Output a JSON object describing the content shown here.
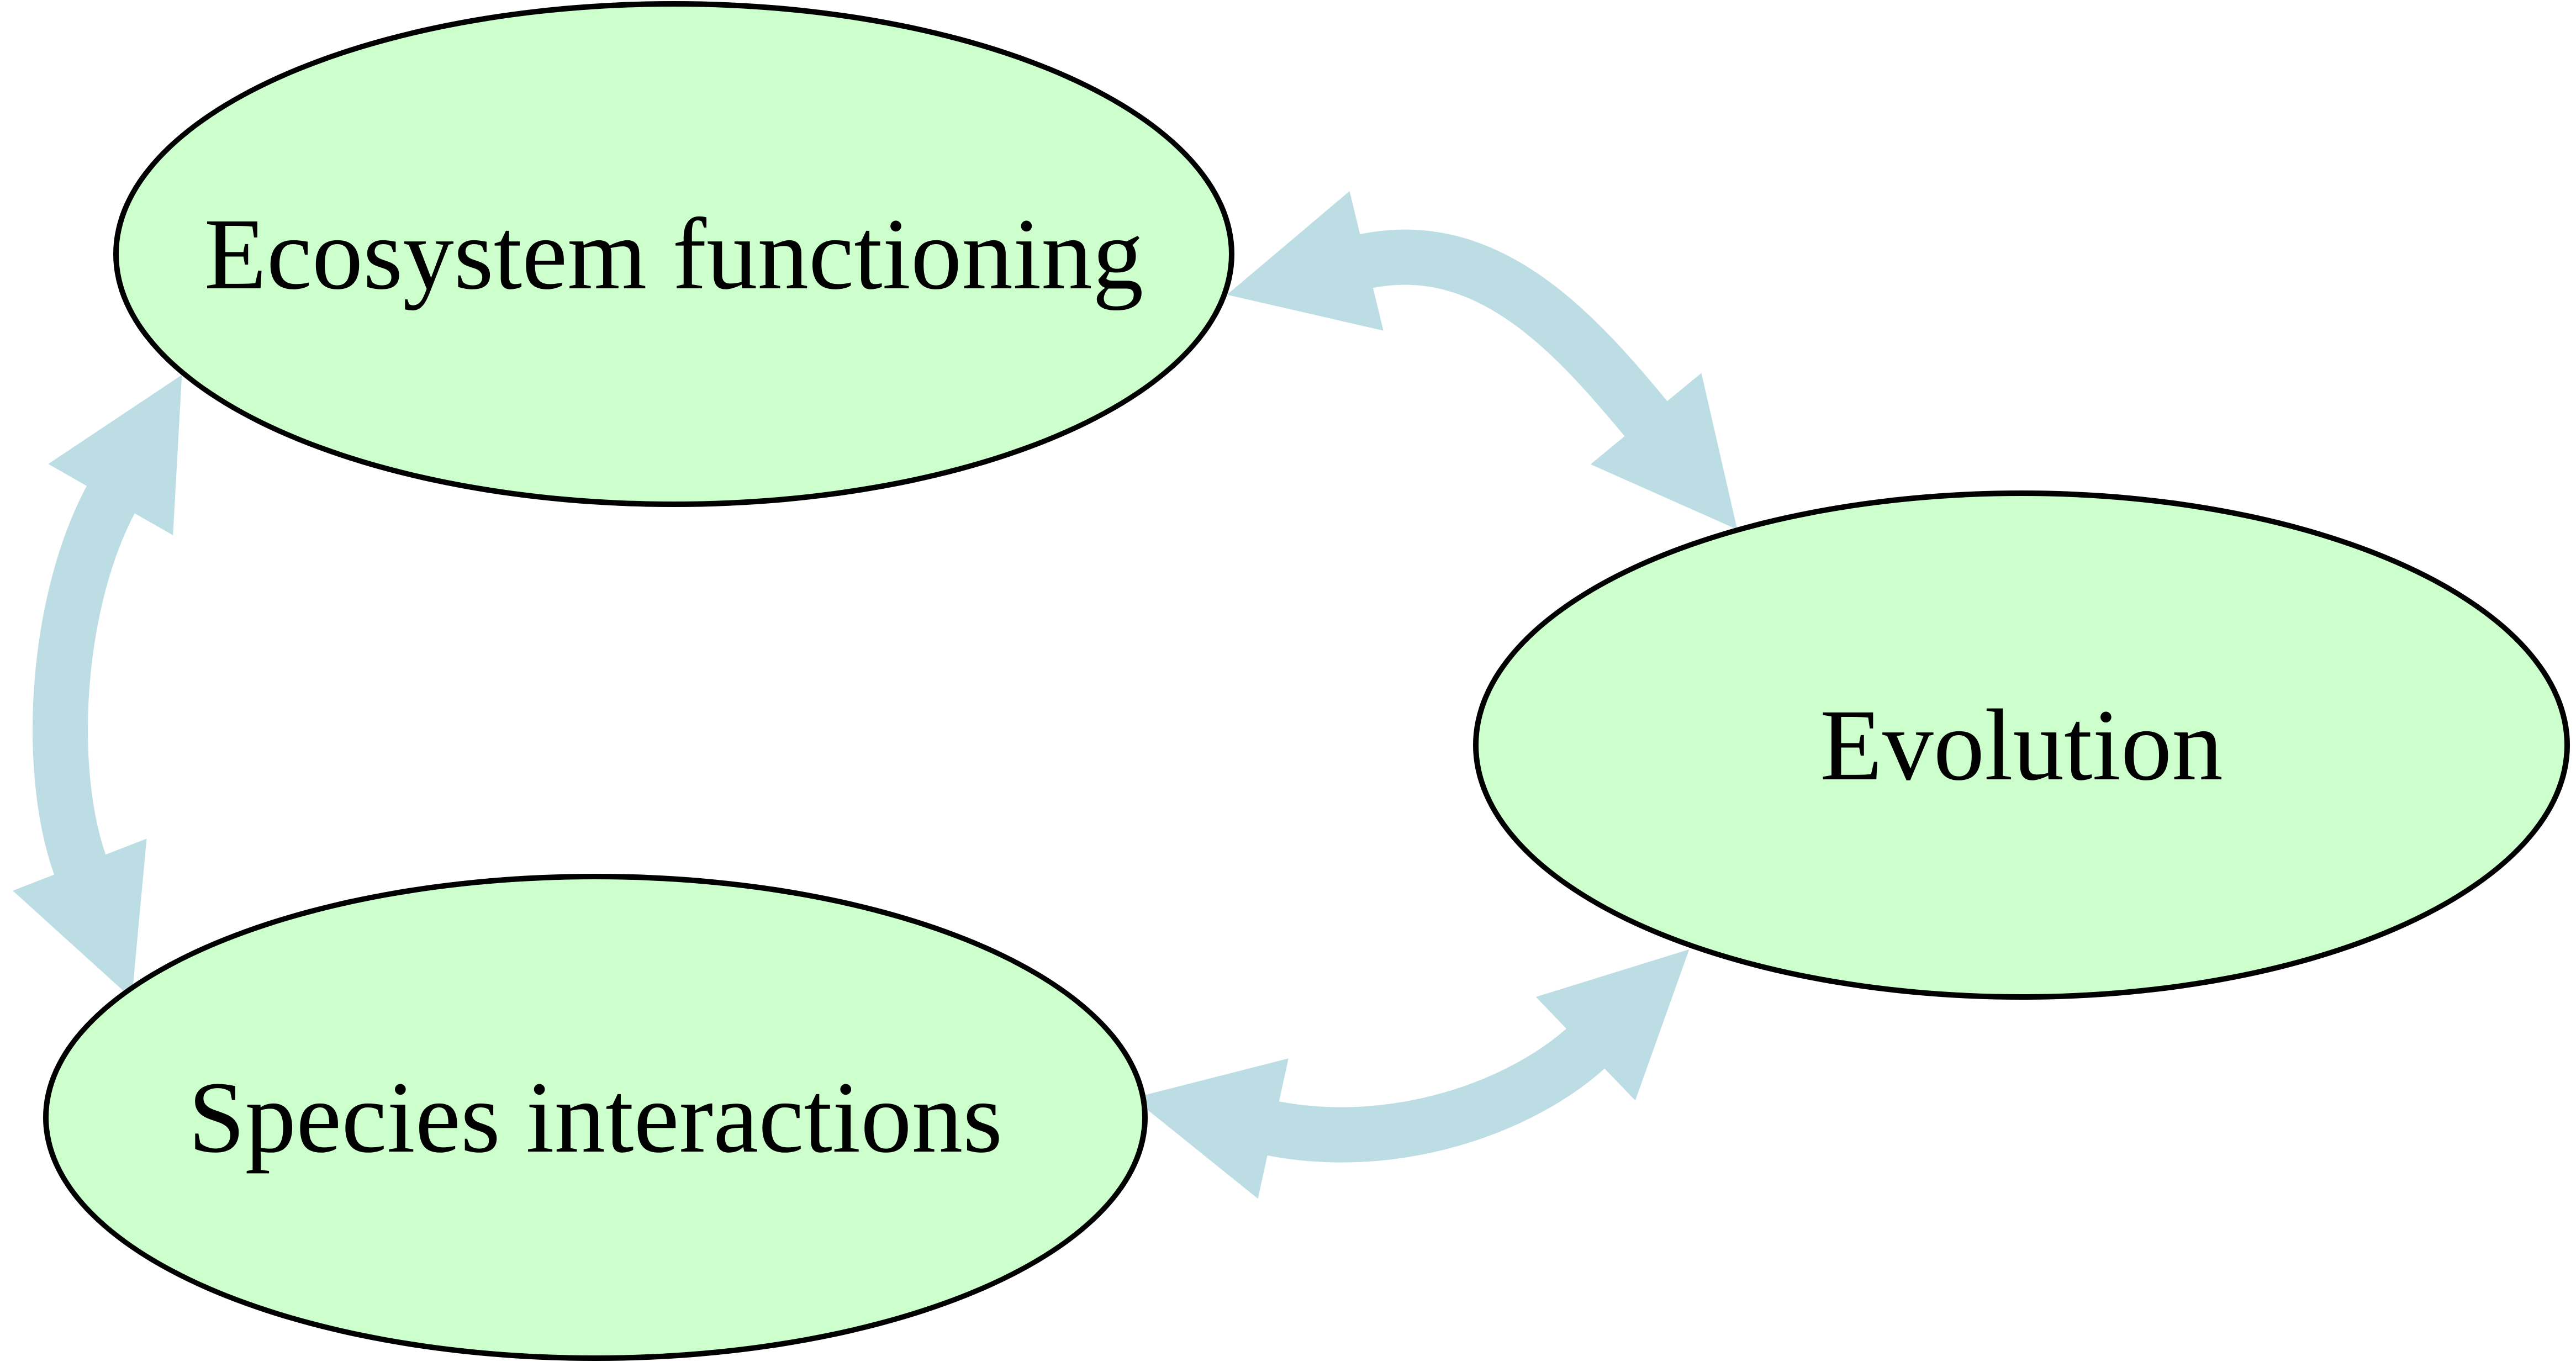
{
  "diagram": {
    "description": "Cycle diagram of three green ellipses linked by light-blue double-headed curved arrows"
  },
  "nodes": [
    {
      "id": "ecosystem-functioning",
      "label": "Ecosystem functioning"
    },
    {
      "id": "species-interactions",
      "label": "Species interactions"
    },
    {
      "id": "evolution",
      "label": "Evolution"
    }
  ],
  "edges": [
    {
      "from": "ecosystem-functioning",
      "to": "species-interactions",
      "bidirectional": true
    },
    {
      "from": "ecosystem-functioning",
      "to": "evolution",
      "bidirectional": true
    },
    {
      "from": "species-interactions",
      "to": "evolution",
      "bidirectional": true
    }
  ],
  "colors": {
    "node_fill": "#ccffcc",
    "node_border": "#000000",
    "arrow": "#bcdde3",
    "background": "#ffffff"
  }
}
